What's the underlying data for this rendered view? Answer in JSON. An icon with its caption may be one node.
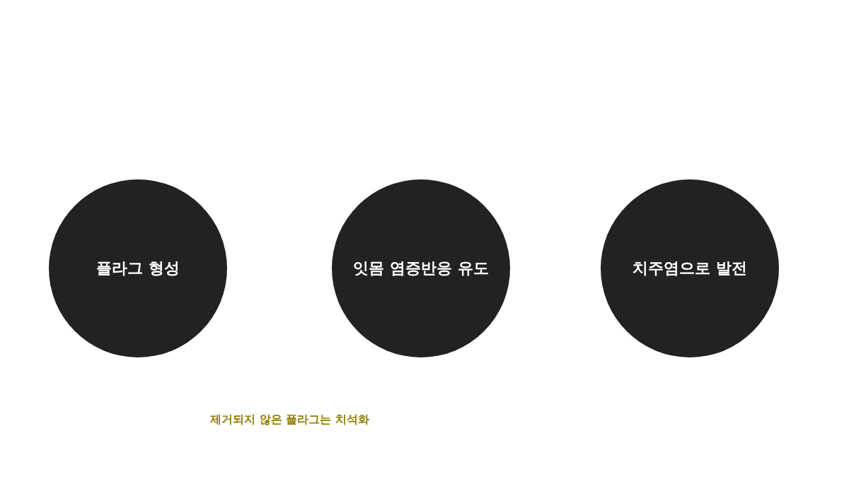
{
  "diagram": {
    "nodes": [
      {
        "text": [
          "플라그 형성"
        ]
      },
      {
        "text": [
          "잇몸 염증반응 유도"
        ]
      },
      {
        "text": [
          "치주염으로 발전"
        ]
      }
    ],
    "labels": [
      "제거되지 않은 플라그는 치석화"
    ]
  }
}
